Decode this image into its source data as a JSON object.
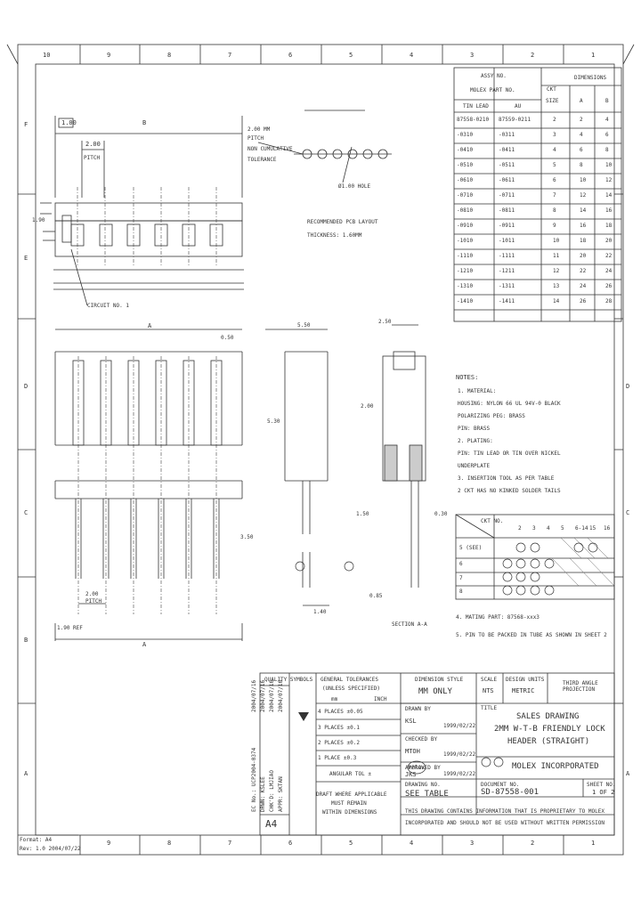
{
  "zones": {
    "top": [
      "10",
      "9",
      "8",
      "7",
      "6",
      "5",
      "4",
      "3",
      "2",
      "1"
    ],
    "bottom": [
      "9",
      "8",
      "7",
      "6",
      "5",
      "4",
      "3",
      "2",
      "1"
    ],
    "left": [
      "F",
      "E",
      "D",
      "C",
      "B",
      "A"
    ],
    "right": [
      "D",
      "C",
      "A"
    ]
  },
  "table": {
    "header_assy": "ASSY NO.",
    "header_part": "MOLEX PART NO.",
    "header_ckt": "CKT",
    "header_size": "SIZE",
    "header_dims": "DIMENSIONS",
    "col_tin": "TIN LEAD",
    "col_au": "AU",
    "col_a": "A",
    "col_b": "B",
    "first_row": [
      "87558-0210",
      "87559-0211",
      "2",
      "2",
      "4"
    ],
    "rows": [
      [
        "-0310",
        "-0311",
        "3",
        "4",
        "6"
      ],
      [
        "-0410",
        "-0411",
        "4",
        "6",
        "8"
      ],
      [
        "-0510",
        "-0511",
        "5",
        "8",
        "10"
      ],
      [
        "-0610",
        "-0611",
        "6",
        "10",
        "12"
      ],
      [
        "-0710",
        "-0711",
        "7",
        "12",
        "14"
      ],
      [
        "-0810",
        "-0811",
        "8",
        "14",
        "16"
      ],
      [
        "-0910",
        "-0911",
        "9",
        "16",
        "18"
      ],
      [
        "-1010",
        "-1011",
        "10",
        "18",
        "20"
      ],
      [
        "-1110",
        "-1111",
        "11",
        "20",
        "22"
      ],
      [
        "-1210",
        "-1211",
        "12",
        "22",
        "24"
      ],
      [
        "-1310",
        "-1311",
        "13",
        "24",
        "26"
      ],
      [
        "-1410",
        "-1411",
        "14",
        "26",
        "28"
      ]
    ]
  },
  "dims": {
    "d100": "1.00",
    "dB": "B",
    "d200": "2.00",
    "pitch": "PITCH",
    "d190": "1.90",
    "circuit": "CIRCUIT NO. 1",
    "d2x": "2.00 MM",
    "d_pitch2": "PITCH",
    "non_cumulative": "NON CUMULATIVE",
    "tolerance": "TOLERANCE",
    "hole": "Ø1.00 HOLE",
    "recommended": "RECOMMENDED PCB LAYOUT",
    "thickness": "THICKNESS: 1.60MM",
    "dA": "A",
    "d550": "5.50",
    "d050": "0.50",
    "d530": "5.30",
    "d250": "2.50",
    "d200b": "2.00",
    "d150": "1.50",
    "d350": "3.50",
    "d030": "0.30",
    "d085": "0.85",
    "d140": "1.40",
    "pitch3": "PITCH",
    "d200c": "2.00",
    "section": "SECTION A-A",
    "d190c": "1.90 REF"
  },
  "notes": {
    "title": "NOTES:",
    "lines": [
      "1. MATERIAL:",
      "   HOUSING: NYLON 66 UL 94V-0 BLACK",
      "   POLARIZING PEG: BRASS",
      "   PIN: BRASS",
      "2. PLATING:",
      "   PIN: TIN LEAD OR TIN OVER NICKEL",
      "   UNDERPLATE",
      "3. INSERTION TOOL AS PER TABLE",
      "   2 CKT HAS NO KINKED SOLDER TAILS"
    ],
    "extra1": "4. MATING PART: 87568-xxx3",
    "extra2": "5. PIN TO BE PACKED IN TUBE AS SHOWN IN SHEET 2"
  },
  "mini_table": {
    "ckt_label": "CKT NO.",
    "header": [
      "2",
      "3",
      "4",
      "5",
      "6-14",
      "15",
      "16"
    ],
    "rows": [
      "5 (SEE)",
      "6",
      "7",
      "8"
    ]
  },
  "title_block": {
    "quality": "QUALITY SYMBOLS",
    "gen_tol": "GENERAL TOLERANCES",
    "unless": "(UNLESS SPECIFIED)",
    "mm": "mm",
    "inch": "INCH",
    "places": [
      "4 PLACES ±0.05",
      "3 PLACES ±0.1",
      "2 PLACES ±0.2",
      "1 PLACE ±0.3"
    ],
    "angular": "ANGULAR TOL ±",
    "draft": "DRAFT WHERE APPLICABLE",
    "must": "MUST REMAIN",
    "within": "WITHIN DIMENSIONS",
    "dim_style": "DIMENSION STYLE",
    "mm_only": "MM ONLY",
    "drawn": "DRAWN BY",
    "drawn_name": "KSL",
    "checked": "CHECKED BY",
    "checked_name": "MTOH",
    "approved": "APPROVED BY",
    "approved_name": "JKS",
    "date1": "1999/02/22",
    "date2": "1999/02/22",
    "date3": "1999/02/22",
    "drawing_no_label": "DRAWING NO.",
    "see_table": "SEE TABLE",
    "scale_label": "SCALE",
    "scale": "NTS",
    "design_units": "DESIGN UNITS",
    "metric": "METRIC",
    "projection": "THIRD ANGLE PROJECTION",
    "title_label": "TITLE",
    "title1": "SALES DRAWING",
    "title2": "2MM W-T-B FRIENDLY LOCK",
    "title3": "HEADER (STRAIGHT)",
    "company": "MOLEX INCORPORATED",
    "doc_label": "DOCUMENT NO.",
    "doc_no": "SD-87558-001",
    "sheet_label": "SHEET NO.",
    "sheet": "1 OF 2",
    "size": "A4",
    "proprietary1": "THIS DRAWING CONTAINS INFORMATION THAT IS PROPRIETARY TO MOLEX",
    "proprietary2": "INCORPORATED AND SHOULD NOT BE USED WITHOUT WRITTEN PERMISSION",
    "logo": "molex",
    "ec_line1": "EC No.: UCP2004-0374",
    "ec_line2": "DRWN: KSLEE",
    "ec_line3": "CHK'D: LMJIAO",
    "ec_line4": "APPR: SKTAN",
    "ec_date1": "2004/07/16",
    "ec_date2": "2004/07/16",
    "ec_date3": "2004/07/16",
    "ec_date4": "2004/07/16"
  },
  "footer": {
    "format": "Format: A4",
    "rev": "Rev: 1.0 2004/07/22"
  }
}
